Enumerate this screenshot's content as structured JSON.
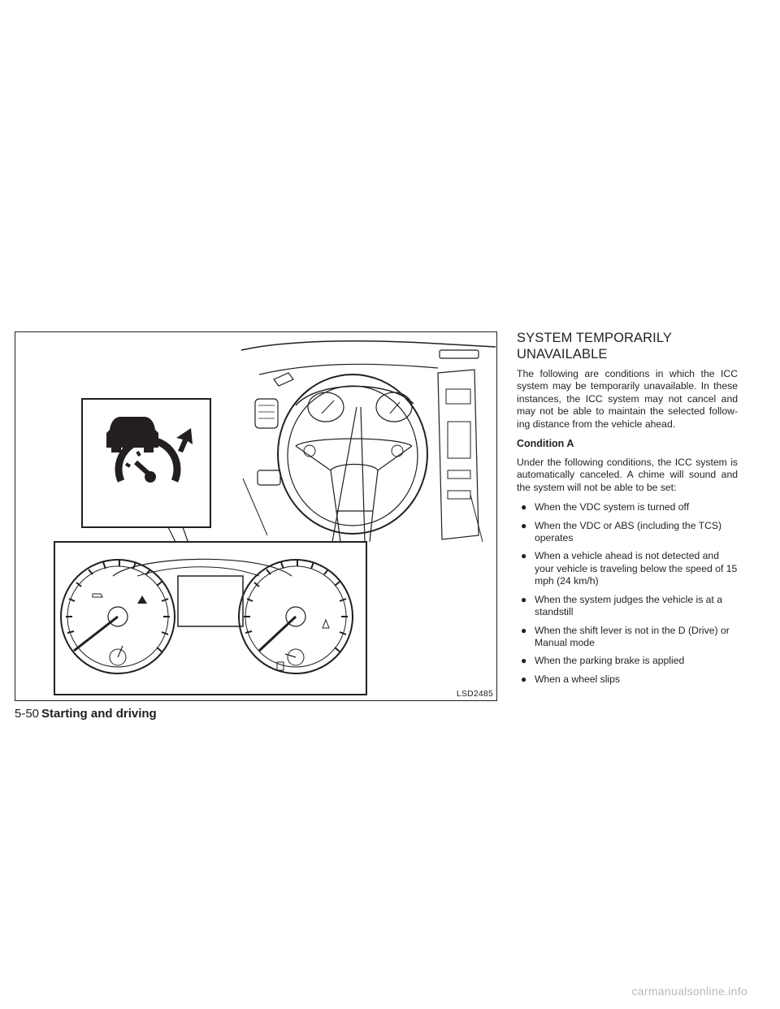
{
  "figure": {
    "id_label": "LSD2485"
  },
  "section": {
    "heading_line1": "SYSTEM TEMPORARILY",
    "heading_line2": "UNAVAILABLE",
    "intro": "The following are conditions in which the ICC system may be temporarily unavailable. In these instances, the ICC system may not cancel and may not be able to maintain the selected follow-ing distance from the vehicle ahead.",
    "condition_title": "Condition A",
    "condition_text": "Under the following conditions, the ICC system is automatically canceled. A chime will sound and the system will not be able to be set:",
    "bullet_glyph": "●",
    "bullets": [
      "When the VDC system is turned off",
      "When the VDC or ABS (including the TCS) operates",
      "When a vehicle ahead is not detected and your vehicle is traveling below the speed of 15 mph (24 km/h)",
      "When the system judges the vehicle is at a standstill",
      "When the shift lever is not in the D (Drive) or Manual mode",
      "When the parking brake is applied",
      "When a wheel slips"
    ]
  },
  "footer": {
    "page_number": "5-50",
    "section_title": "Starting and driving"
  },
  "watermark": "carmanualsonline.info"
}
